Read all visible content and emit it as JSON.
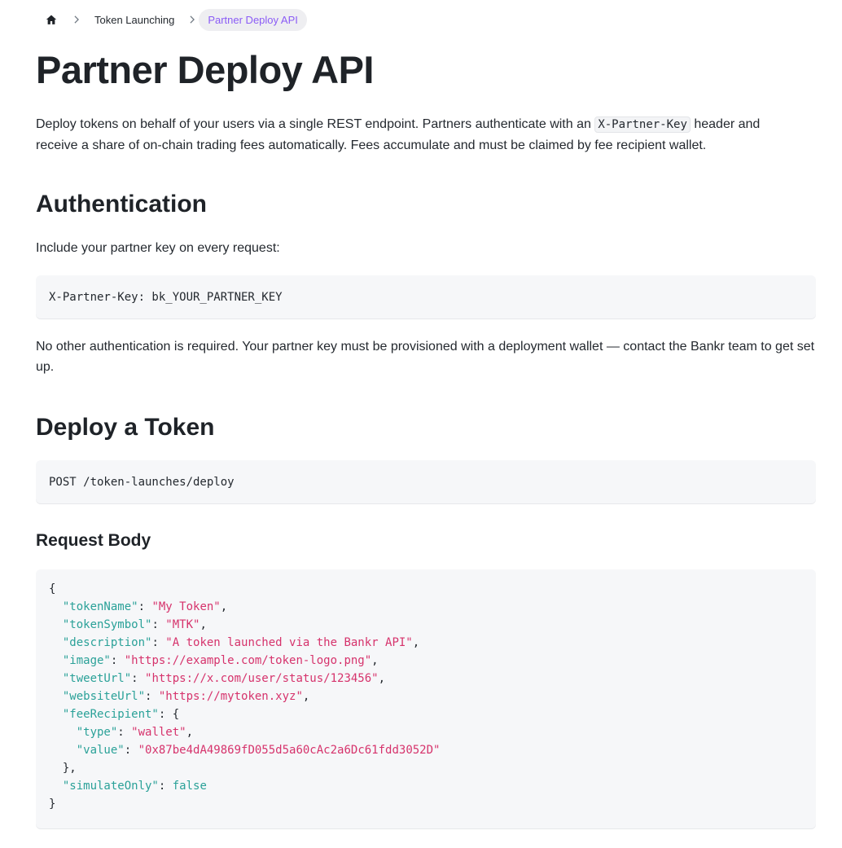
{
  "breadcrumb": {
    "home_icon": "home-icon",
    "separator_icon": "chevron-right-icon",
    "section": "Token Launching",
    "current": "Partner Deploy API"
  },
  "page_title": "Partner Deploy API",
  "intro": {
    "before_code": "Deploy tokens on behalf of your users via a single REST endpoint. Partners authenticate with an ",
    "code": "X-Partner-Key",
    "after_code": " header and receive a share of on-chain trading fees automatically. Fees accumulate and must be claimed by fee recipient wallet."
  },
  "authentication": {
    "heading": "Authentication",
    "lead": "Include your partner key on every request:",
    "code": "X-Partner-Key: bk_YOUR_PARTNER_KEY",
    "note": "No other authentication is required. Your partner key must be provisioned with a deployment wallet — contact the Bankr team to get set up."
  },
  "deploy": {
    "heading": "Deploy a Token",
    "endpoint": "POST /token-launches/deploy"
  },
  "request_body": {
    "heading": "Request Body",
    "lines": [
      {
        "indent": 0,
        "parts": [
          {
            "t": "p",
            "v": "{"
          }
        ]
      },
      {
        "indent": 1,
        "parts": [
          {
            "t": "k",
            "v": "\"tokenName\""
          },
          {
            "t": "p",
            "v": ": "
          },
          {
            "t": "s",
            "v": "\"My Token\""
          },
          {
            "t": "p",
            "v": ","
          }
        ]
      },
      {
        "indent": 1,
        "parts": [
          {
            "t": "k",
            "v": "\"tokenSymbol\""
          },
          {
            "t": "p",
            "v": ": "
          },
          {
            "t": "s",
            "v": "\"MTK\""
          },
          {
            "t": "p",
            "v": ","
          }
        ]
      },
      {
        "indent": 1,
        "parts": [
          {
            "t": "k",
            "v": "\"description\""
          },
          {
            "t": "p",
            "v": ": "
          },
          {
            "t": "s",
            "v": "\"A token launched via the Bankr API\""
          },
          {
            "t": "p",
            "v": ","
          }
        ]
      },
      {
        "indent": 1,
        "parts": [
          {
            "t": "k",
            "v": "\"image\""
          },
          {
            "t": "p",
            "v": ": "
          },
          {
            "t": "s",
            "v": "\"https://example.com/token-logo.png\""
          },
          {
            "t": "p",
            "v": ","
          }
        ]
      },
      {
        "indent": 1,
        "parts": [
          {
            "t": "k",
            "v": "\"tweetUrl\""
          },
          {
            "t": "p",
            "v": ": "
          },
          {
            "t": "s",
            "v": "\"https://x.com/user/status/123456\""
          },
          {
            "t": "p",
            "v": ","
          }
        ]
      },
      {
        "indent": 1,
        "parts": [
          {
            "t": "k",
            "v": "\"websiteUrl\""
          },
          {
            "t": "p",
            "v": ": "
          },
          {
            "t": "s",
            "v": "\"https://mytoken.xyz\""
          },
          {
            "t": "p",
            "v": ","
          }
        ]
      },
      {
        "indent": 1,
        "parts": [
          {
            "t": "k",
            "v": "\"feeRecipient\""
          },
          {
            "t": "p",
            "v": ": {"
          }
        ]
      },
      {
        "indent": 2,
        "parts": [
          {
            "t": "k",
            "v": "\"type\""
          },
          {
            "t": "p",
            "v": ": "
          },
          {
            "t": "s",
            "v": "\"wallet\""
          },
          {
            "t": "p",
            "v": ","
          }
        ]
      },
      {
        "indent": 2,
        "parts": [
          {
            "t": "k",
            "v": "\"value\""
          },
          {
            "t": "p",
            "v": ": "
          },
          {
            "t": "s",
            "v": "\"0x87be4dA49869fD055d5a60cAc2a6Dc61fdd3052D\""
          }
        ]
      },
      {
        "indent": 1,
        "parts": [
          {
            "t": "p",
            "v": "},"
          }
        ]
      },
      {
        "indent": 1,
        "parts": [
          {
            "t": "k",
            "v": "\"simulateOnly\""
          },
          {
            "t": "p",
            "v": ": "
          },
          {
            "t": "b",
            "v": "false"
          }
        ]
      },
      {
        "indent": 0,
        "parts": [
          {
            "t": "p",
            "v": "}"
          }
        ]
      }
    ]
  },
  "colors": {
    "breadcrumb_current": "#8b5cf6",
    "json_key": "#2aa198",
    "json_string": "#d6336c",
    "code_background": "#f6f7f9"
  }
}
